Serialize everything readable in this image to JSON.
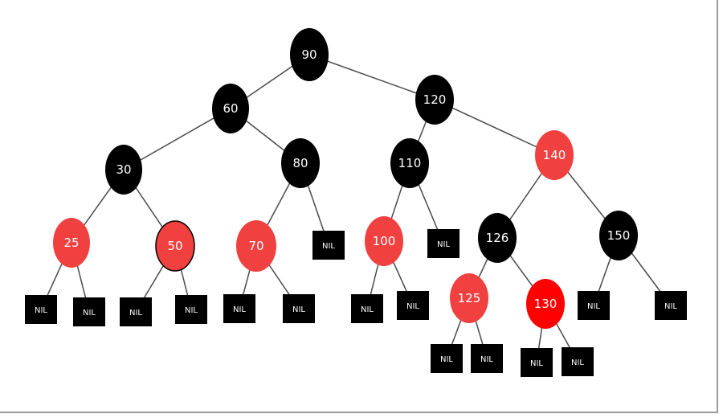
{
  "colors": {
    "black_node": "#000000",
    "red_node": "#f04040",
    "red_node_bright": "#ff0000",
    "nil_box": "#000000",
    "edge": "#4a4a4a",
    "text": "#ffffff"
  },
  "tree": {
    "nodes": [
      {
        "id": "n90",
        "label": "90",
        "color": "black"
      },
      {
        "id": "n60",
        "label": "60",
        "color": "black"
      },
      {
        "id": "n120",
        "label": "120",
        "color": "black"
      },
      {
        "id": "n30",
        "label": "30",
        "color": "black"
      },
      {
        "id": "n80",
        "label": "80",
        "color": "black"
      },
      {
        "id": "n110",
        "label": "110",
        "color": "black"
      },
      {
        "id": "n140",
        "label": "140",
        "color": "red"
      },
      {
        "id": "n25",
        "label": "25",
        "color": "red"
      },
      {
        "id": "n50",
        "label": "50",
        "color": "red"
      },
      {
        "id": "n70",
        "label": "70",
        "color": "red"
      },
      {
        "id": "n100",
        "label": "100",
        "color": "red"
      },
      {
        "id": "n126",
        "label": "126",
        "color": "black"
      },
      {
        "id": "n150",
        "label": "150",
        "color": "black"
      },
      {
        "id": "n125",
        "label": "125",
        "color": "red"
      },
      {
        "id": "n130",
        "label": "130",
        "color": "red_bright"
      }
    ],
    "nil_label": "NIL",
    "nils": [
      "nil1",
      "nil2",
      "nil3",
      "nil4",
      "nil5",
      "nil6",
      "nil7",
      "nil8",
      "nil9",
      "nil10",
      "nil11",
      "nil12",
      "nil13",
      "nil14",
      "nil15",
      "nil16"
    ],
    "edges": [
      [
        "n90",
        "n60"
      ],
      [
        "n90",
        "n120"
      ],
      [
        "n60",
        "n30"
      ],
      [
        "n60",
        "n80"
      ],
      [
        "n120",
        "n110"
      ],
      [
        "n120",
        "n140"
      ],
      [
        "n30",
        "n25"
      ],
      [
        "n30",
        "n50"
      ],
      [
        "n80",
        "n70"
      ],
      [
        "n80",
        "nil5"
      ],
      [
        "n110",
        "n100"
      ],
      [
        "n110",
        "nil6"
      ],
      [
        "n140",
        "n126"
      ],
      [
        "n140",
        "n150"
      ],
      [
        "n25",
        "nil1"
      ],
      [
        "n25",
        "nil2"
      ],
      [
        "n50",
        "nil3"
      ],
      [
        "n50",
        "nil4"
      ],
      [
        "n70",
        "nil7"
      ],
      [
        "n70",
        "nil8"
      ],
      [
        "n100",
        "nil9"
      ],
      [
        "n100",
        "nil10"
      ],
      [
        "n126",
        "n125"
      ],
      [
        "n126",
        "n130"
      ],
      [
        "n150",
        "nil11"
      ],
      [
        "n150",
        "nil12"
      ],
      [
        "n125",
        "nil13"
      ],
      [
        "n125",
        "nil14"
      ],
      [
        "n130",
        "nil15"
      ],
      [
        "n130",
        "nil16"
      ]
    ]
  }
}
